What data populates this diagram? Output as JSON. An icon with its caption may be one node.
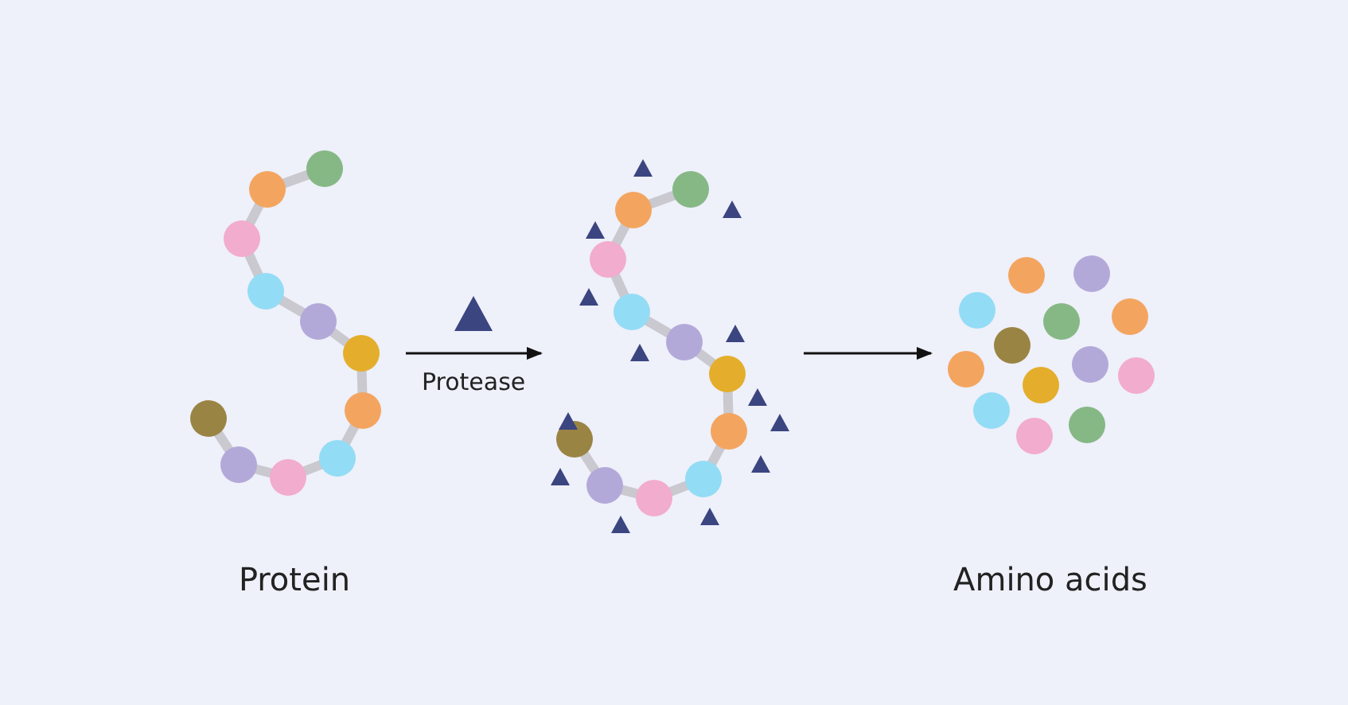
{
  "diagram": {
    "nodes": [
      {
        "text": [
          "Protein"
        ]
      },
      {
        "text": [],
        "shape": "picture"
      },
      {
        "text": [
          "Amino acids"
        ]
      }
    ],
    "edges": [
      {
        "from": 0,
        "to": 1,
        "arrow": "to",
        "label": "Protease"
      },
      {
        "from": 1,
        "to": 2,
        "arrow": "to"
      }
    ]
  }
}
